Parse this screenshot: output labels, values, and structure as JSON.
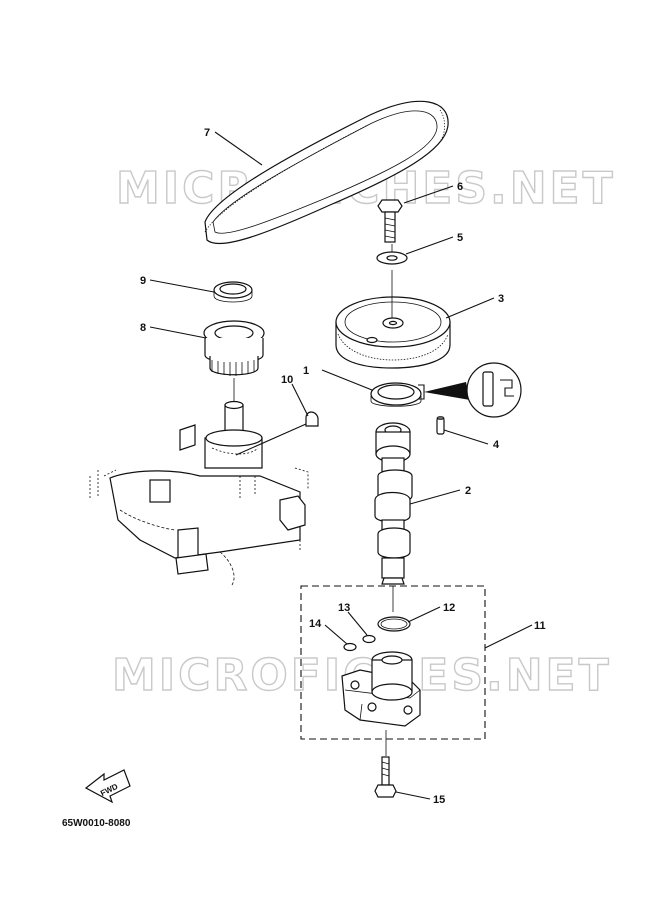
{
  "watermarks": [
    "MICROFICHES.NET",
    "MICROFICHES.NET"
  ],
  "part_code": "65W0010-8080",
  "direction_label": "FWD",
  "callouts": [
    "1",
    "2",
    "3",
    "4",
    "5",
    "6",
    "7",
    "8",
    "9",
    "10",
    "11",
    "12",
    "13",
    "14",
    "15"
  ],
  "colors": {
    "ink": "#111111",
    "watermark": "#c9c9c9",
    "background": "#ffffff"
  }
}
